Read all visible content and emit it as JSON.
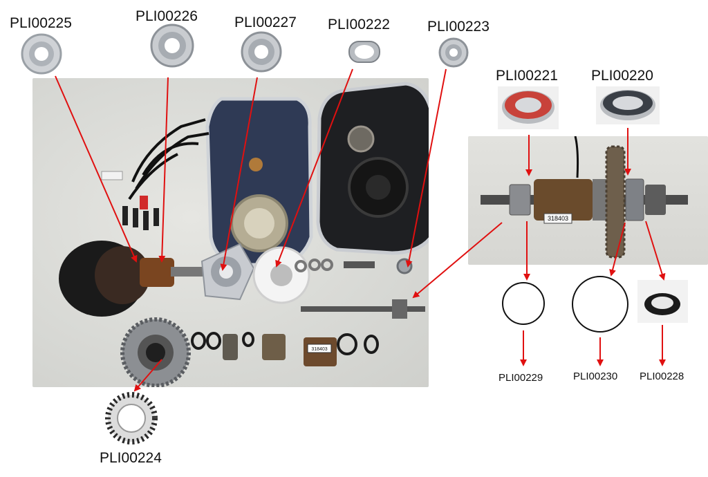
{
  "parts": [
    {
      "id": "PLI00225",
      "label": "PLI00225"
    },
    {
      "id": "PLI00226",
      "label": "PLI00226"
    },
    {
      "id": "PLI00227",
      "label": "PLI00227"
    },
    {
      "id": "PLI00222",
      "label": "PLI00222"
    },
    {
      "id": "PLI00223",
      "label": "PLI00223"
    },
    {
      "id": "PLI00221",
      "label": "PLI00221"
    },
    {
      "id": "PLI00220",
      "label": "PLI00220"
    },
    {
      "id": "PLI00229",
      "label": "PLI00229"
    },
    {
      "id": "PLI00230",
      "label": "PLI00230"
    },
    {
      "id": "PLI00228",
      "label": "PLI00228"
    },
    {
      "id": "PLI00224",
      "label": "PLI00224"
    }
  ],
  "part_stamp": "318403",
  "colors": {
    "arrow": "#e01010",
    "bearing_seal_red": "#c8423a",
    "bearing_seal_dark": "#3a3f46",
    "photo_bg": "#d9dad6"
  }
}
